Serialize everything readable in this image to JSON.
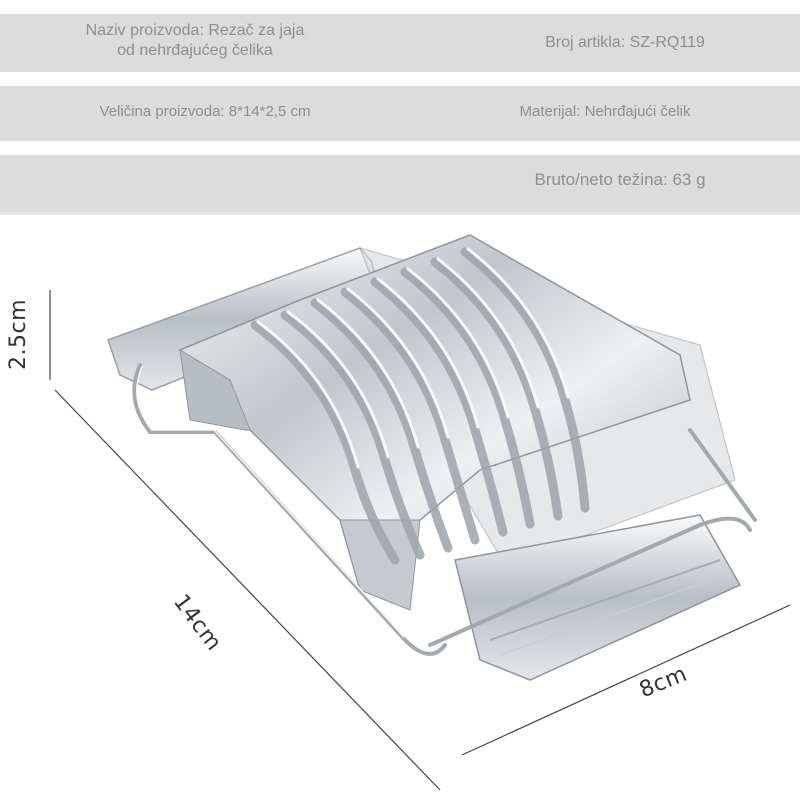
{
  "specs": {
    "row1": {
      "name": "Naziv proizvoda: Rezač za jaja\nod nehrđajućeg čelika",
      "article": "Broj artikla: SZ-RQ119"
    },
    "row2": {
      "size": "Veličina proizvoda: 8*14*2,5 cm",
      "material": "Materijal: Nehrđajući čelik"
    },
    "row3": {
      "weight": "Bruto/neto težina: 63 g"
    }
  },
  "dimensions": {
    "height": "2.5cm",
    "length": "14cm",
    "width": "8cm"
  },
  "colors": {
    "band": "#dcdcdc",
    "text": "#8e8e8e",
    "steel": "#c9cdd2"
  }
}
